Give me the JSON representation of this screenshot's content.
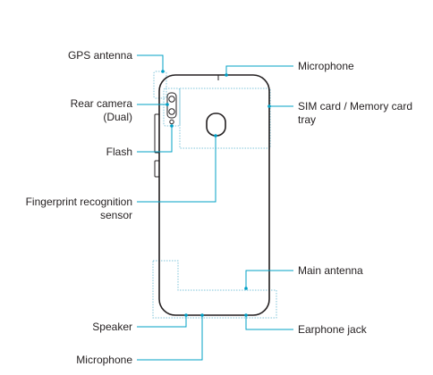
{
  "labels": {
    "gps_antenna": "GPS antenna",
    "rear_camera_line1": "Rear camera",
    "rear_camera_line2": "(Dual)",
    "flash": "Flash",
    "fingerprint_line1": "Fingerprint recognition",
    "fingerprint_line2": "sensor",
    "speaker": "Speaker",
    "microphone_bottom": "Microphone",
    "microphone_top": "Microphone",
    "sim_tray_line1": "SIM card / Memory card",
    "sim_tray_line2": "tray",
    "main_antenna": "Main antenna",
    "earphone_jack": "Earphone jack"
  },
  "colors": {
    "leader": "#00a0c6",
    "zone": "#7fc4d9",
    "outline": "#231f20",
    "text": "#231f20"
  }
}
